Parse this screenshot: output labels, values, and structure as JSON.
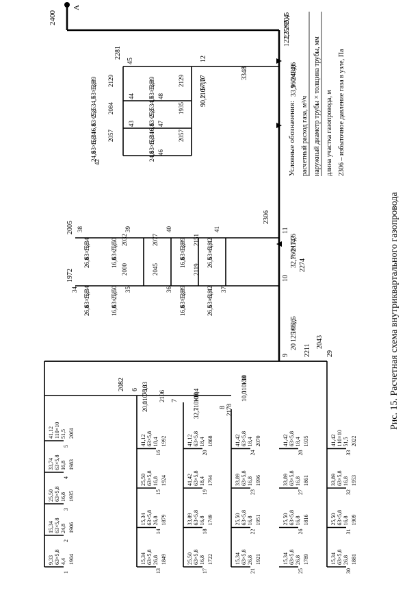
{
  "caption": "Рис. 15. Расчетная схема внутриквартального газопровода",
  "legend": {
    "title": "Условные обозначения:",
    "items": [
      "расчетный расход газа, м³/ч",
      "наружный диаметр трубы × толщина трубы, мм",
      "длина участка газопровода, м",
      "2306 – избыточное давление газа в узле, Па"
    ]
  },
  "source": {
    "label": "А",
    "pressure": "2400"
  },
  "main_sections": [
    {
      "flow": "295,4",
      "pipe": "225×20,5",
      "length": "122,3"
    },
    {
      "flow": "248,8",
      "pipe": "160×14,6",
      "length": "33,9"
    },
    {
      "flow": "217,7",
      "pipe": "160×14,6",
      "length": "32,7"
    },
    {
      "flow": "186,6",
      "pipe": "125×11,5",
      "length": "20"
    }
  ],
  "branch_block_a": {
    "node_pressure": "2281",
    "node": "45",
    "takeoff_node": "12",
    "takeoff_pressure": "3348",
    "header": {
      "flow": "57,77",
      "pipe": "110×10",
      "length": "90,2"
    },
    "row_top": [
      {
        "node": "42",
        "pressure": "2057",
        "flow": "15,34",
        "pipe": "63×5,8",
        "length": "24,8"
      },
      {
        "node": "43",
        "pressure": "2084",
        "flow": "25,5",
        "pipe": "63×5,8",
        "length": "16,8"
      },
      {
        "node": "44",
        "pressure": "2129",
        "flow": "33,89",
        "pipe": "63×5,8",
        "length": "34,7"
      }
    ],
    "row_bottom": [
      {
        "node": "46",
        "pressure": "2057",
        "flow": "15,34",
        "pipe": "63×5,8",
        "length": "24,8"
      },
      {
        "node": "47",
        "pressure": "1935",
        "flow": "25,5",
        "pipe": "63×5,8",
        "length": "16,8"
      },
      {
        "node": "48",
        "pressure": "2129",
        "flow": "33,89",
        "pipe": "63×5,8",
        "length": "34,7"
      }
    ]
  },
  "branch_block_b": {
    "node_11": "11",
    "pressure_11": "2306",
    "node_10": "10",
    "pressure_10": "2274",
    "pressure_top": "2005",
    "pressure_bottom": "1972",
    "col_top": [
      {
        "node": "38",
        "pressure": "2032",
        "flow": "15,34",
        "pipe": "63×5,8",
        "length": "26,8"
      },
      {
        "node": "39",
        "pressure": "2077",
        "flow": "25,50",
        "pipe": "63×5,8",
        "length": "16,8"
      },
      {
        "node": "40",
        "pressure": "2151",
        "flow": "33,89",
        "pipe": "63×5,8",
        "length": "16,8"
      },
      {
        "node": "41",
        "pressure": "",
        "flow": "41,42",
        "pipe": "63×5,8",
        "length": "26,5"
      }
    ],
    "col_bottom": [
      {
        "node": "34",
        "pressure": "2000",
        "flow": "15,34",
        "pipe": "63×5,8",
        "length": "26,8"
      },
      {
        "node": "35",
        "pressure": "2045",
        "flow": "25,50",
        "pipe": "63×5,8",
        "length": "16,8"
      },
      {
        "node": "36",
        "pressure": "2119",
        "flow": "33,89",
        "pipe": "63×5,8",
        "length": "16,8"
      },
      {
        "node": "37",
        "pressure": "",
        "flow": "41,42",
        "pipe": "63×5,8",
        "length": "26,5"
      }
    ]
  },
  "trunk_c": {
    "node_9": "9",
    "pressure_9": "2211",
    "node_29": "29",
    "pressure_29": "2043",
    "node_6": "6",
    "pressure_6": "2082",
    "node_7": "7",
    "node_8": "8",
    "s6": {
      "flow": "75,33",
      "pipe": "110×10",
      "length": "20,0"
    },
    "s7": {
      "flow": "108,4",
      "pipe": "110×10",
      "length": "32,7",
      "pressure": "2106"
    },
    "s8": {
      "flow": "138",
      "pipe": "110×10",
      "length": "10,0"
    }
  },
  "houses": [
    {
      "row": "1",
      "node": "1",
      "pressure": "1904",
      "flow": "9,33",
      "pipe": "63×5,8",
      "length": "4,4"
    },
    {
      "row": "1",
      "node": "2",
      "pressure": "1906",
      "flow": "15,34",
      "pipe": "63×5,8",
      "length": "24,8"
    },
    {
      "row": "1",
      "node": "3",
      "pressure": "1935",
      "flow": "25,50",
      "pipe": "63×5,8",
      "length": "16,8"
    },
    {
      "row": "1",
      "node": "4",
      "pressure": "1983",
      "flow": "33,74",
      "pipe": "63×5,8",
      "length": "16,8"
    },
    {
      "row": "1",
      "node": "5",
      "pressure": "2061",
      "flow": "41,12",
      "pipe": "110×10",
      "length": "51,5"
    },
    {
      "row": "2",
      "node": "13",
      "pressure": "1849",
      "flow": "15,34",
      "pipe": "63×5,8",
      "length": "26,8"
    },
    {
      "row": "2",
      "node": "14",
      "pressure": "1879",
      "flow": "15,34",
      "pipe": "63×5,8",
      "length": "26,8"
    },
    {
      "row": "2",
      "node": "15",
      "pressure": "1924",
      "flow": "25,50",
      "pipe": "63×5,8",
      "length": "16,8"
    },
    {
      "row": "2",
      "node": "16",
      "pressure": "1992",
      "flow": "41,12",
      "pipe": "63×5,8",
      "length": "18,4"
    },
    {
      "row": "3",
      "node": "17",
      "pressure": "1722",
      "flow": "25,50",
      "pipe": "63×5,8",
      "length": "16,8"
    },
    {
      "row": "3",
      "node": "18",
      "pressure": "1749",
      "flow": "33,89",
      "pipe": "63×5,8",
      "length": "16,8"
    },
    {
      "row": "3",
      "node": "19",
      "pressure": "1794",
      "flow": "41,42",
      "pipe": "63×5,8",
      "length": "18,4"
    },
    {
      "row": "3",
      "node": "20",
      "pressure": "1868",
      "flow": "41,12",
      "pipe": "63×5,8",
      "length": "18,4"
    },
    {
      "row": "4",
      "node": "21",
      "pressure": "1921",
      "flow": "15,34",
      "pipe": "63×5,8",
      "length": "26,8"
    },
    {
      "row": "4",
      "node": "22",
      "pressure": "1951",
      "flow": "25,50",
      "pipe": "63×5,8",
      "length": "16,8"
    },
    {
      "row": "4",
      "node": "23",
      "pressure": "1996",
      "flow": "33,89",
      "pipe": "63×5,8",
      "length": "16,8"
    },
    {
      "row": "4",
      "node": "24",
      "pressure": "2070",
      "flow": "41,42",
      "pipe": "63×5,8",
      "length": "18,4"
    },
    {
      "row": "5",
      "node": "25",
      "pressure": "1789",
      "flow": "15,34",
      "pipe": "63×5,8",
      "length": "26,8"
    },
    {
      "row": "5",
      "node": "26",
      "pressure": "1816",
      "flow": "25,50",
      "pipe": "63×5,8",
      "length": "16,8"
    },
    {
      "row": "5",
      "node": "27",
      "pressure": "1861",
      "flow": "33,89",
      "pipe": "63×5,8",
      "length": "16,8"
    },
    {
      "row": "5",
      "node": "28",
      "pressure": "1935",
      "flow": "41,42",
      "pipe": "63×5,8",
      "length": "18,4"
    },
    {
      "row": "6",
      "node": "30",
      "pressure": "1881",
      "flow": "15,34",
      "pipe": "63×5,8",
      "length": "26,8"
    },
    {
      "row": "6",
      "node": "31",
      "pressure": "1909",
      "flow": "25,50",
      "pipe": "63×5,8",
      "length": "16,8"
    },
    {
      "row": "6",
      "node": "32",
      "pressure": "1953",
      "flow": "33,89",
      "pipe": "63×5,8",
      "length": "16,8"
    },
    {
      "row": "6",
      "node": "33",
      "pressure": "2022",
      "flow": "41,42",
      "pipe": "110×10",
      "length": "51,5"
    }
  ],
  "house_extra": {
    "pressure_2178": "2178"
  }
}
